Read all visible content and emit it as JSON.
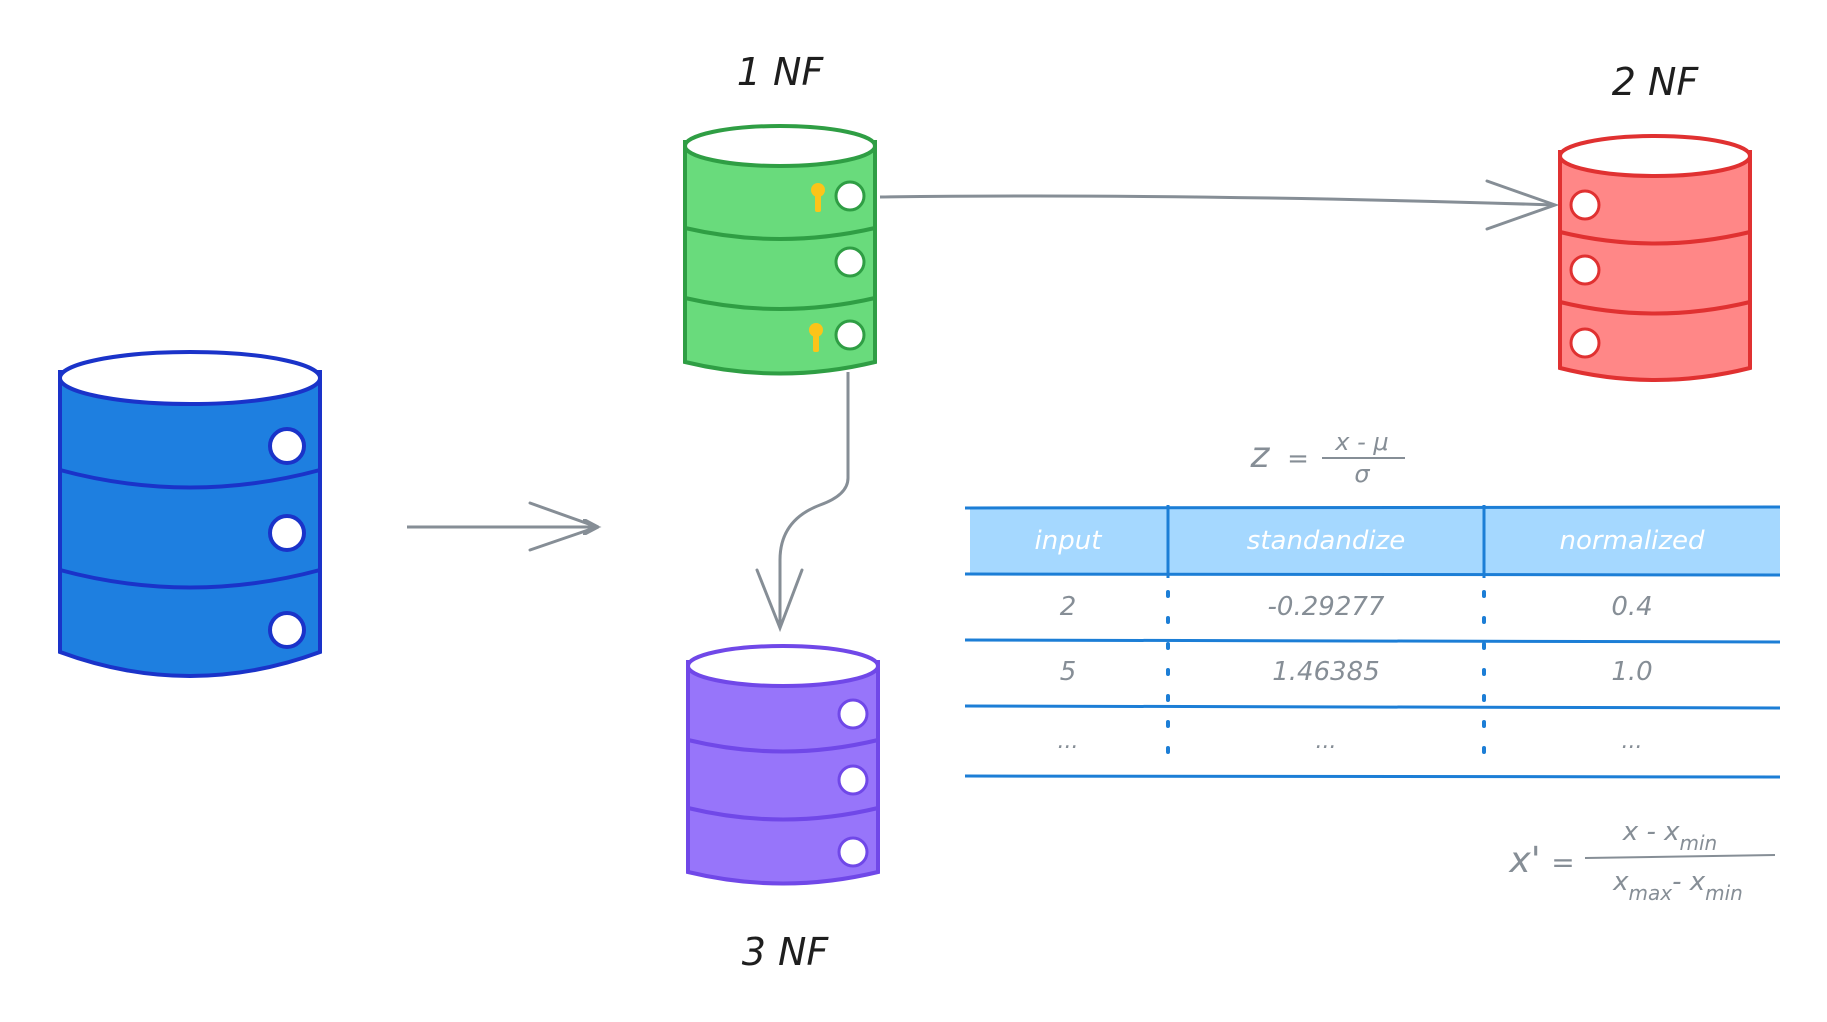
{
  "labels": {
    "nf1": "1 NF",
    "nf2": "2 NF",
    "nf3": "3 NF"
  },
  "colors": {
    "source_db": "#1e7fe0",
    "nf1_db": "#69db7c",
    "nf2_db": "#ff8787",
    "nf3_db": "#9775fa",
    "arrow": "#868e96",
    "table_line": "#1c7ed6",
    "table_header_bg": "#a5d8ff",
    "key": "#fcc419"
  },
  "icons": {
    "source": "database-icon",
    "nf1": "database-icon",
    "nf2": "database-icon",
    "nf3": "database-icon",
    "primary_key": "key-icon"
  },
  "formulas": {
    "z_lhs": "z",
    "z_eq": "=",
    "z_num": "x - μ",
    "z_den": "σ",
    "minmax_lhs": "x'",
    "minmax_eq": "=",
    "minmax_num_x": "x - x",
    "minmax_num_sub": "min",
    "minmax_den_x1": "x",
    "minmax_den_sub1": "max",
    "minmax_den_mid": "- x",
    "minmax_den_sub2": "min"
  },
  "table": {
    "headers": [
      "input",
      "standandize",
      "normalized"
    ],
    "rows": [
      [
        "2",
        "-0.29277",
        "0.4"
      ],
      [
        "5",
        "1.46385",
        "1.0"
      ],
      [
        "...",
        "...",
        "..."
      ]
    ]
  }
}
